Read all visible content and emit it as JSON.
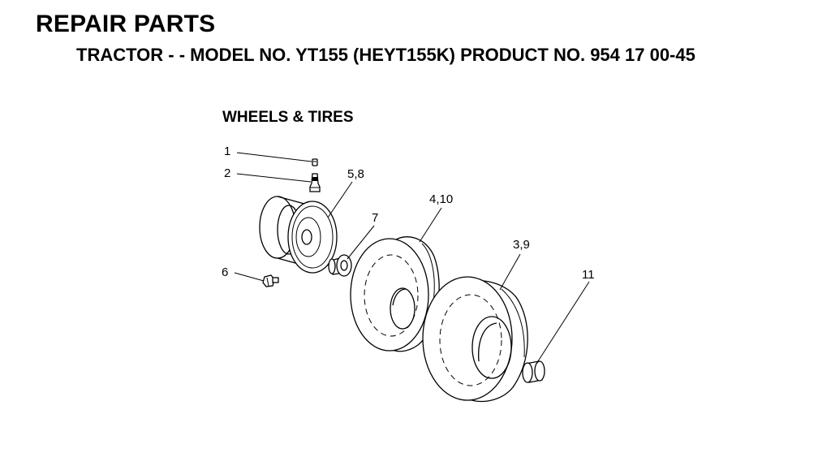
{
  "header": {
    "title": "REPAIR PARTS",
    "subtitle": "TRACTOR - - MODEL NO. YT155 (HEYT155K) PRODUCT NO. 954 17 00-45"
  },
  "section": {
    "title": "WHEELS & TIRES"
  },
  "callouts": {
    "c1": "1",
    "c2": "2",
    "c3": "3,9",
    "c4": "4,10",
    "c5": "5,8",
    "c6": "6",
    "c7": "7",
    "c11": "11"
  }
}
